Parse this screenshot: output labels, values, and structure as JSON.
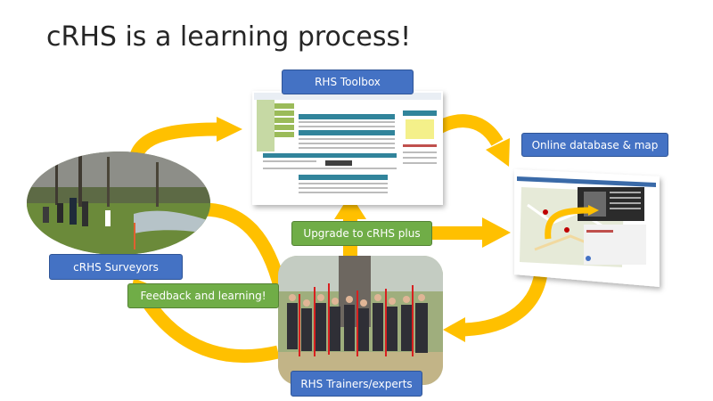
{
  "slide": {
    "title": "cRHS is a learning process!"
  },
  "labels": {
    "toolbox": "RHS Toolbox",
    "database": "Online database & map",
    "upgrade": "Upgrade to cRHS plus",
    "surveyors": "cRHS Surveyors",
    "feedback": "Feedback and learning!",
    "trainers": "RHS Trainers/experts"
  },
  "colors": {
    "arrow": "#ffc000",
    "label_blue": "#4472c4",
    "label_green": "#70ad47"
  }
}
